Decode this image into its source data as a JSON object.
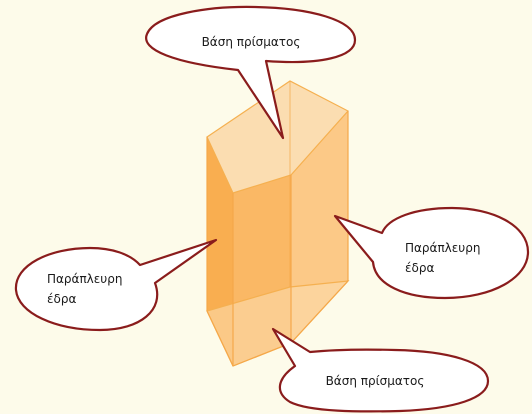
{
  "diagram": {
    "callouts": {
      "top_base": {
        "lines": [
          "Βάση πρίσματος"
        ]
      },
      "left_face": {
        "lines": [
          "Παράπλευρη",
          "έδρα"
        ]
      },
      "right_face": {
        "lines": [
          "Παράπλευρη",
          "έδρα"
        ]
      },
      "bottom_base": {
        "lines": [
          "Βάση πρίσματος"
        ]
      }
    },
    "colors": {
      "background": "#fdfbea",
      "callout_stroke": "#8a1c1c",
      "callout_fill": "#ffffff",
      "prism_edge": "#f5b050",
      "prism_front": "#f9ae4a",
      "prism_side": "#fbc37a",
      "prism_base": "#fbd9a8"
    }
  }
}
